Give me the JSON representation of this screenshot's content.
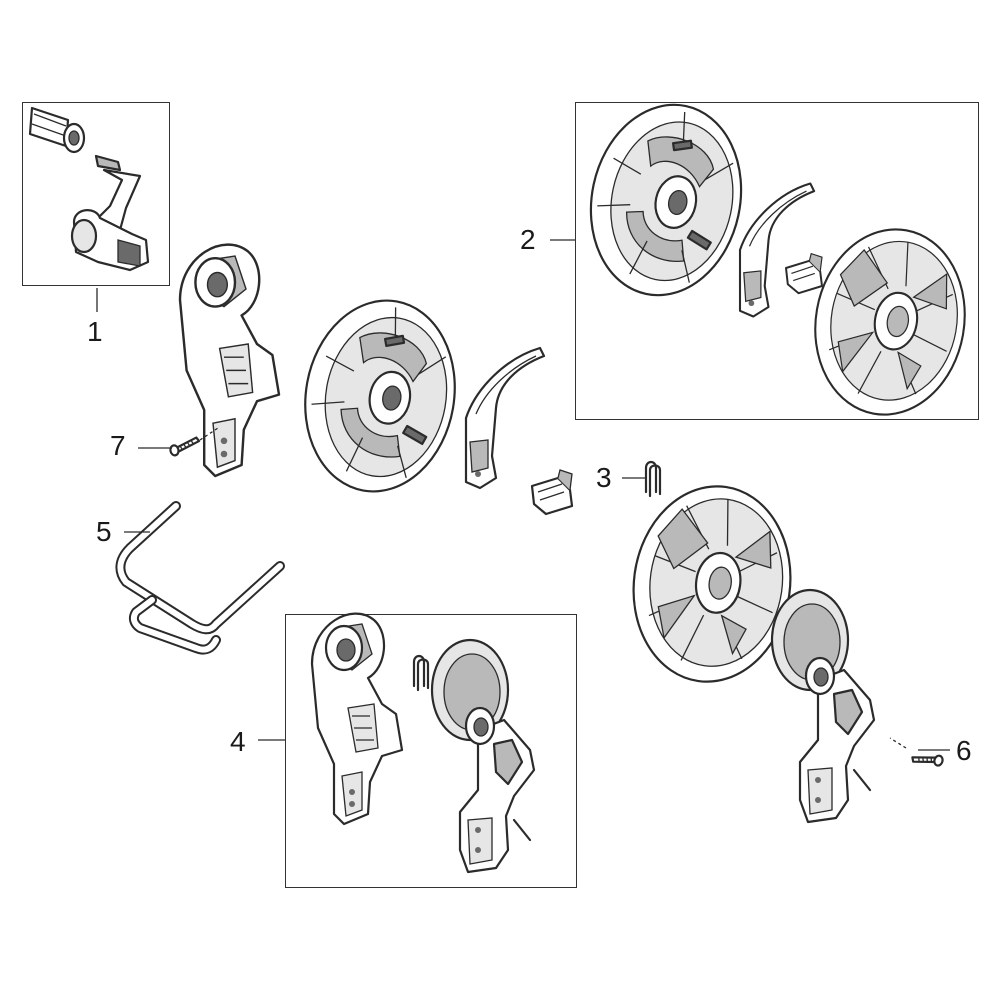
{
  "callouts": [
    {
      "id": "1",
      "label": "1"
    },
    {
      "id": "2",
      "label": "2"
    },
    {
      "id": "3",
      "label": "3"
    },
    {
      "id": "4",
      "label": "4"
    },
    {
      "id": "5",
      "label": "5"
    },
    {
      "id": "6",
      "label": "6"
    },
    {
      "id": "7",
      "label": "7"
    }
  ],
  "parts": [
    {
      "part": "crank-handle-kit",
      "callout": "1"
    },
    {
      "part": "drum-reel-assembly-kit",
      "callout": "2"
    },
    {
      "part": "clip",
      "callout": "3"
    },
    {
      "part": "side-frame-kit",
      "callout": "4"
    },
    {
      "part": "tube-frame",
      "callout": "5"
    },
    {
      "part": "screw",
      "callout": "6"
    },
    {
      "part": "screw",
      "callout": "7"
    }
  ]
}
